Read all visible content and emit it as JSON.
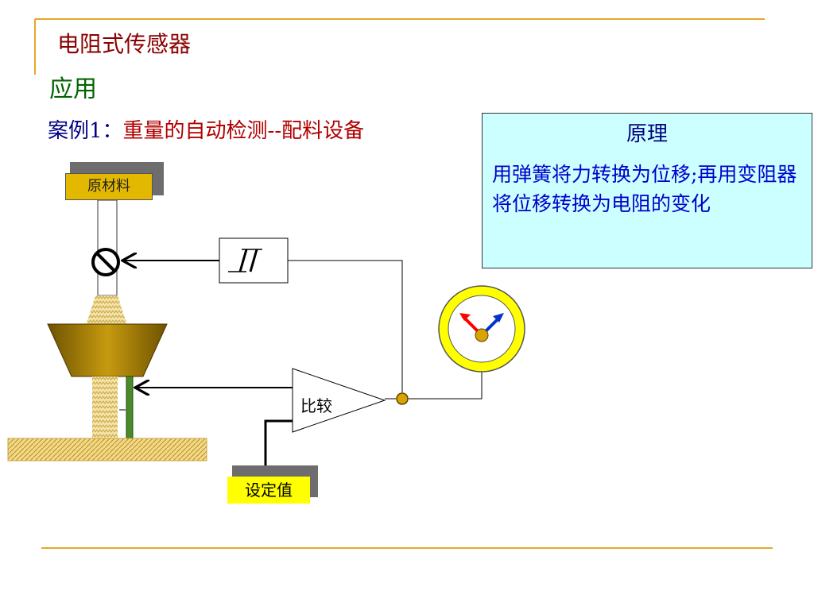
{
  "slide": {
    "title": "电阻式传感器",
    "subtitle": "应用",
    "case_prefix": "案例1：",
    "case_text": "重量的自动检测--配料设备"
  },
  "principle": {
    "title": "原理",
    "body": "用弹簧将力转换为位移;再用变阻器将位移转换为电阻的变化"
  },
  "diagram": {
    "material_label": "原材料",
    "compare_label": "比较",
    "setpoint_label": "设定值"
  },
  "colors": {
    "title_red": "#8b0000",
    "subtitle_green": "#006400",
    "accent_line": "#e5a829",
    "principle_bg": "#ccffff",
    "principle_text": "#0000cc",
    "hopper": "#a07800",
    "gauge_ring": "#ffff00"
  }
}
